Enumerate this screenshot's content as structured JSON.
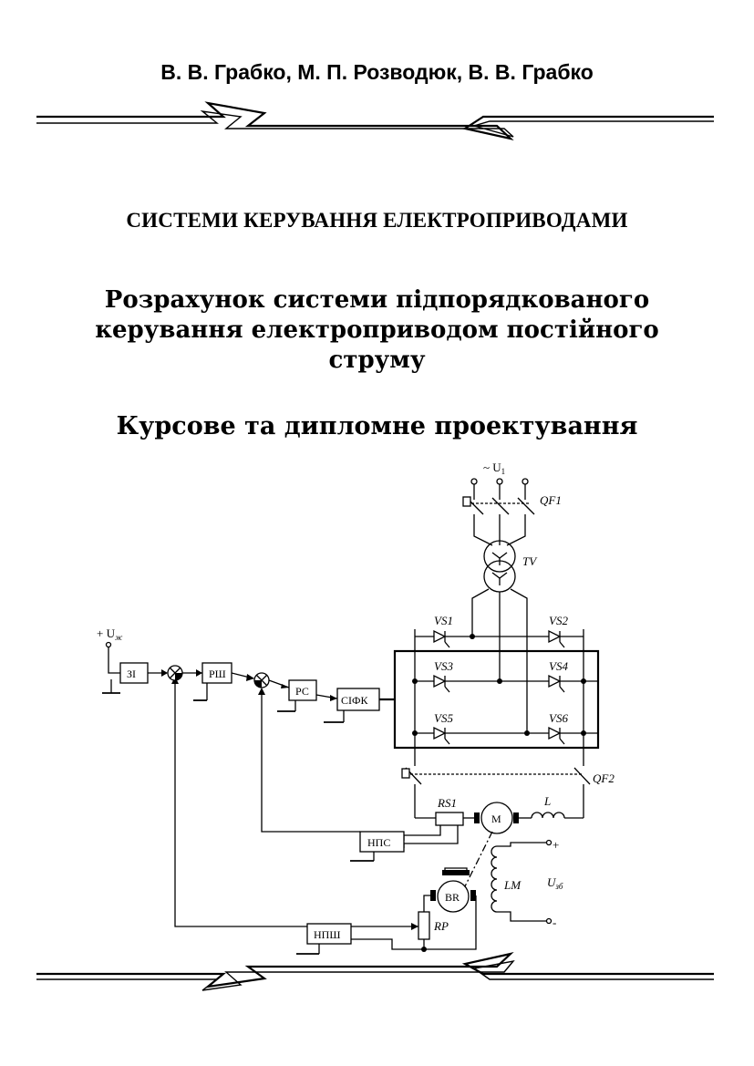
{
  "header": {
    "authors": "В. В. Грабко,  М. П. Розводюк, В. В. Грабко"
  },
  "title": {
    "series": "СИСТЕМИ КЕРУВАННЯ ЕЛЕКТРОПРИВОДАМИ",
    "main_line1": "Розрахунок системи підпорядкованого",
    "main_line2": "керування електроприводом постійного",
    "main_line3": "струму",
    "subtitle": "Курсове та дипломне проектування"
  },
  "diagram": {
    "supply": "~ U",
    "supply_sub": "1",
    "breaker1": "QF1",
    "breaker2": "QF2",
    "transformer": "TV",
    "thyristors": [
      "VS1",
      "VS2",
      "VS3",
      "VS4",
      "VS5",
      "VS6"
    ],
    "ref_voltage": "+ U",
    "ref_voltage_sub": "ж",
    "blocks": {
      "setpoint": "ЗІ",
      "speed_reg": "РШ",
      "current_reg": "РС",
      "pulse_ctrl": "СІФК",
      "current_sensor": "НПС",
      "speed_sensor": "НПШ"
    },
    "shunt": "RS1",
    "motor": "M",
    "inductor": "L",
    "field_winding": "LM",
    "field_voltage": "U",
    "field_voltage_sub": "зб",
    "plus": "+",
    "minus": "-",
    "tachogenerator": "BR",
    "potentiometer": "RP"
  }
}
